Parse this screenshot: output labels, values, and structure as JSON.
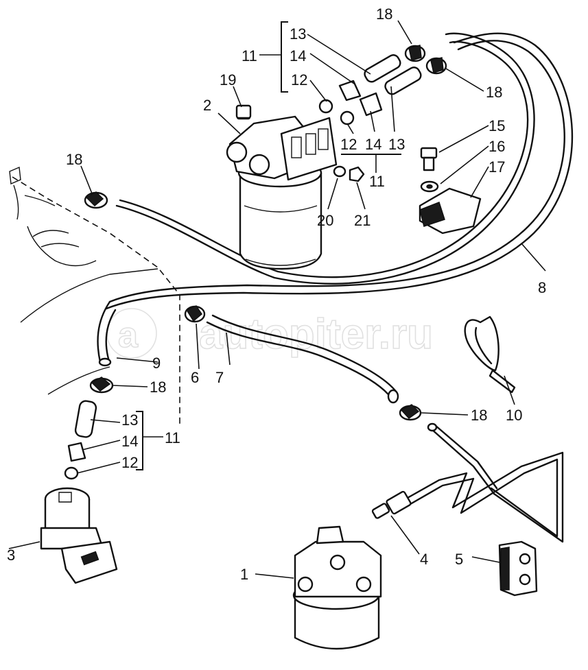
{
  "watermark": "autopiter.ru",
  "callouts": {
    "c1": "1",
    "c2": "2",
    "c3": "3",
    "c4": "4",
    "c5": "5",
    "c6": "6",
    "c7": "7",
    "c8": "8",
    "c9": "9",
    "c10": "10",
    "c11a": "11",
    "c11b": "11",
    "c11c": "11",
    "c12a": "12",
    "c12b": "12",
    "c12c": "12",
    "c13a": "13",
    "c13b": "13",
    "c13c": "13",
    "c14a": "14",
    "c14b": "14",
    "c14c": "14",
    "c15": "15",
    "c16": "16",
    "c17": "17",
    "c18a": "18",
    "c18b": "18",
    "c18c": "18",
    "c18d": "18",
    "c18e": "18",
    "c19": "19",
    "c20": "20",
    "c21": "21"
  }
}
